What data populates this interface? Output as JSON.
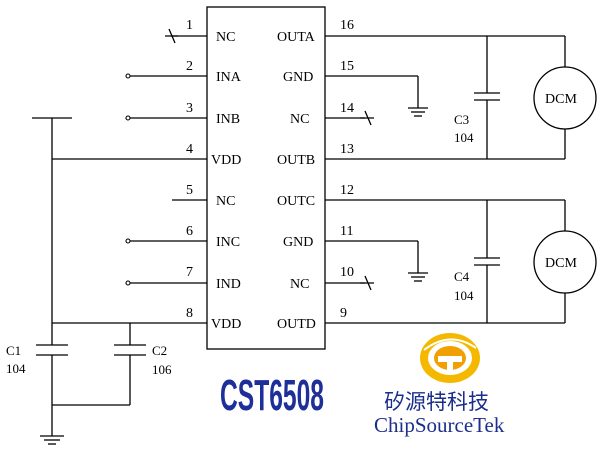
{
  "chip": {
    "name": "CST6508",
    "left_pins": [
      {
        "num": "1",
        "label": "NC"
      },
      {
        "num": "2",
        "label": "INA"
      },
      {
        "num": "3",
        "label": "INB"
      },
      {
        "num": "4",
        "label": "VDD"
      },
      {
        "num": "5",
        "label": "NC"
      },
      {
        "num": "6",
        "label": "INC"
      },
      {
        "num": "7",
        "label": "IND"
      },
      {
        "num": "8",
        "label": "VDD"
      }
    ],
    "right_pins": [
      {
        "num": "16",
        "label": "OUTA"
      },
      {
        "num": "15",
        "label": "GND"
      },
      {
        "num": "14",
        "label": "NC"
      },
      {
        "num": "13",
        "label": "OUTB"
      },
      {
        "num": "12",
        "label": "OUTC"
      },
      {
        "num": "11",
        "label": "GND"
      },
      {
        "num": "10",
        "label": "NC"
      },
      {
        "num": "9",
        "label": "OUTD"
      }
    ]
  },
  "components": {
    "c1": {
      "name": "C1",
      "value": "104"
    },
    "c2": {
      "name": "C2",
      "value": "106"
    },
    "c3": {
      "name": "C3",
      "value": "104"
    },
    "c4": {
      "name": "C4",
      "value": "104"
    },
    "motor_top": "DCM",
    "motor_bottom": "DCM"
  },
  "brand": {
    "chinese": "矽源特科技",
    "english": "ChipSourceTek",
    "logo_colors": [
      "#f5b800",
      "#e07a00",
      "#ffffff"
    ]
  },
  "colors": {
    "wire": "#000000",
    "part_number": "#1f2f9a",
    "brand_text": "#1c2e8c"
  }
}
